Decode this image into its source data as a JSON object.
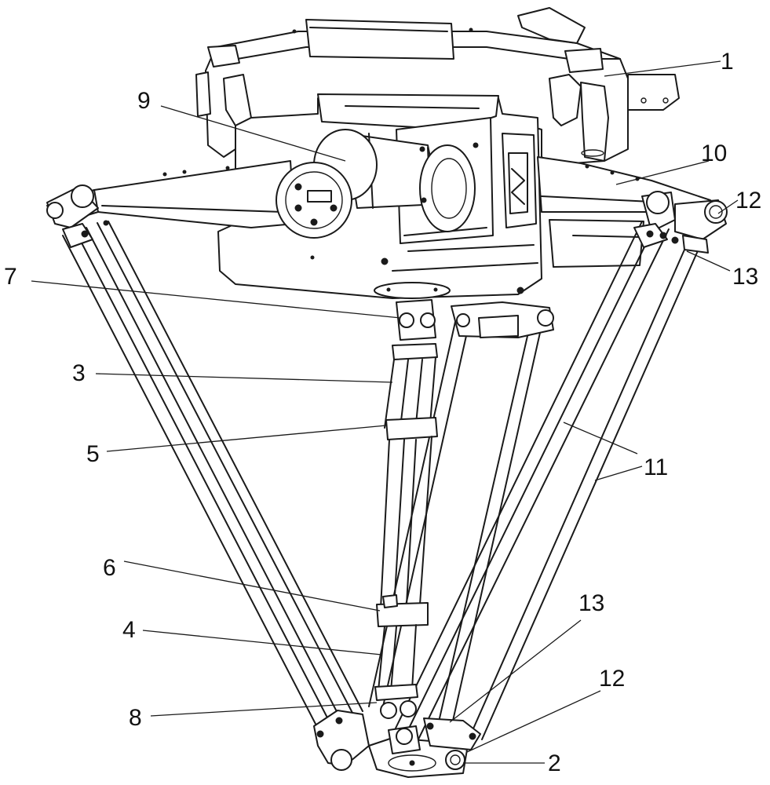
{
  "labels": [
    {
      "id": "1",
      "text": "1"
    },
    {
      "id": "2",
      "text": "2"
    },
    {
      "id": "3",
      "text": "3"
    },
    {
      "id": "4",
      "text": "4"
    },
    {
      "id": "5",
      "text": "5"
    },
    {
      "id": "6",
      "text": "6"
    },
    {
      "id": "7",
      "text": "7"
    },
    {
      "id": "8",
      "text": "8"
    },
    {
      "id": "9",
      "text": "9"
    },
    {
      "id": "10",
      "text": "10"
    },
    {
      "id": "11",
      "text": "11"
    },
    {
      "id": "12a",
      "text": "12"
    },
    {
      "id": "12b",
      "text": "12"
    },
    {
      "id": "13a",
      "text": "13"
    },
    {
      "id": "13b",
      "text": "13"
    }
  ],
  "colors": {
    "line": "#1a1a1a",
    "background": "#ffffff",
    "text": "#111111"
  }
}
